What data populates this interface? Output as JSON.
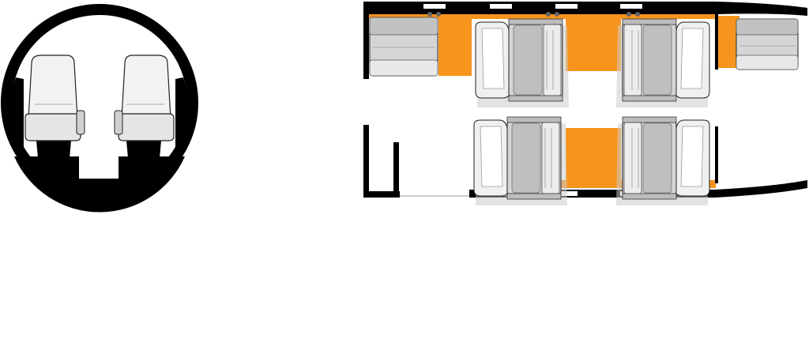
{
  "colors": {
    "hull": "#000000",
    "accent": "#f7941d",
    "seat_light": "#f2f2f2",
    "seat_mid": "#d9d9d9",
    "seat_dark": "#b3b3b3",
    "seat_shadow": "#c8c8c8",
    "window": "#ffffff",
    "background": "#ffffff"
  },
  "cross_section": {
    "view": "cabin-cross-section",
    "seats_per_row": 2
  },
  "floor_plan": {
    "view": "cabin-floor-plan-top-view",
    "club_seats": 4,
    "side_divans": 2,
    "side_tables": 2,
    "windows_per_side": 4,
    "door": "aft-left"
  }
}
